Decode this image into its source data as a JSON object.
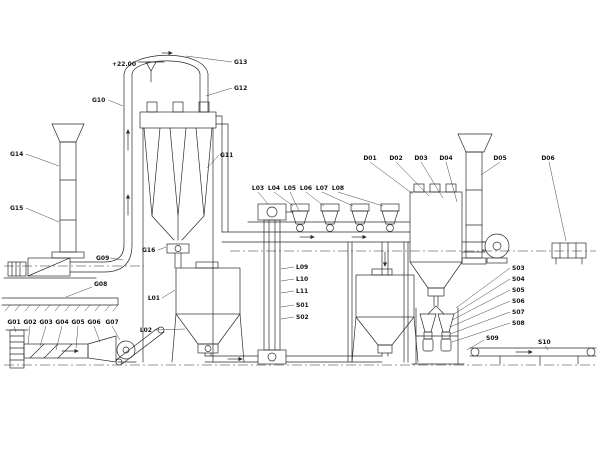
{
  "diagram": {
    "elevation_marker": "+22.00",
    "labels": {
      "g01": "G01",
      "g02": "G02",
      "g03": "G03",
      "g04": "G04",
      "g05": "G05",
      "g06": "G06",
      "g07": "G07",
      "g08": "G08",
      "g09": "G09",
      "g10": "G10",
      "g11": "G11",
      "g12": "G12",
      "g13": "G13",
      "g14": "G14",
      "g15": "G15",
      "g16": "G16",
      "l01": "L01",
      "l02": "L02",
      "l03": "L03",
      "l04": "L04",
      "l05": "L05",
      "l06": "L06",
      "l07": "L07",
      "l08": "L08",
      "l09": "L09",
      "l10": "L10",
      "l11": "L11",
      "d01": "D01",
      "d02": "D02",
      "d03": "D03",
      "d04": "D04",
      "d05": "D05",
      "d06": "D06",
      "s01": "S01",
      "s02": "S02",
      "s03": "S03",
      "s04": "S04",
      "s05": "S05",
      "s06": "S06",
      "s07": "S07",
      "s08": "S08",
      "s09": "S09",
      "s10": "S10"
    }
  }
}
